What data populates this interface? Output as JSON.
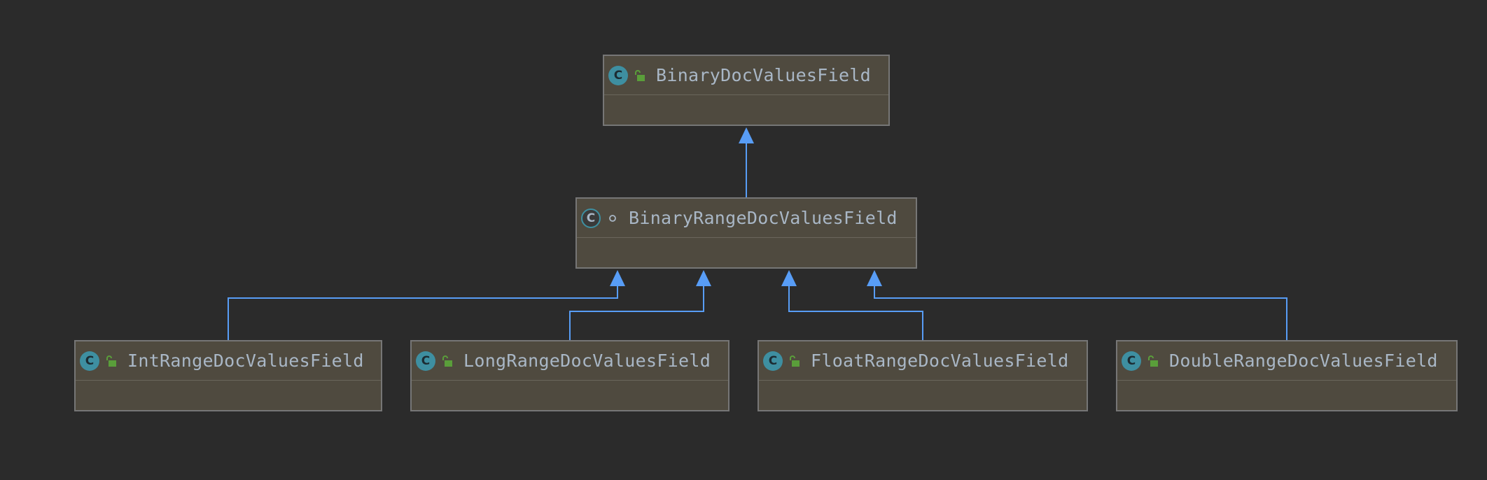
{
  "diagram": {
    "nodes": [
      {
        "id": "binary-doc-values-field",
        "name": "BinaryDocValuesField",
        "kind": "class",
        "visibility": "public"
      },
      {
        "id": "binary-range-doc-values-field",
        "name": "BinaryRangeDocValuesField",
        "kind": "abstract-class",
        "visibility": "package-private"
      },
      {
        "id": "int-range-doc-values-field",
        "name": "IntRangeDocValuesField",
        "kind": "class",
        "visibility": "public"
      },
      {
        "id": "long-range-doc-values-field",
        "name": "LongRangeDocValuesField",
        "kind": "class",
        "visibility": "public"
      },
      {
        "id": "float-range-doc-values-field",
        "name": "FloatRangeDocValuesField",
        "kind": "class",
        "visibility": "public"
      },
      {
        "id": "double-range-doc-values-field",
        "name": "DoubleRangeDocValuesField",
        "kind": "class",
        "visibility": "public"
      }
    ],
    "edges": [
      {
        "from": "binary-range-doc-values-field",
        "to": "binary-doc-values-field",
        "type": "extends"
      },
      {
        "from": "int-range-doc-values-field",
        "to": "binary-range-doc-values-field",
        "type": "extends"
      },
      {
        "from": "long-range-doc-values-field",
        "to": "binary-range-doc-values-field",
        "type": "extends"
      },
      {
        "from": "float-range-doc-values-field",
        "to": "binary-range-doc-values-field",
        "type": "extends"
      },
      {
        "from": "double-range-doc-values-field",
        "to": "binary-range-doc-values-field",
        "type": "extends"
      }
    ],
    "icons": {
      "class": "class-icon",
      "abstract-class": "abstract-class-icon",
      "public": "unlocked-icon",
      "package-private": "package-private-icon"
    },
    "icon_letter": "C",
    "colors": {
      "background": "#2b2b2b",
      "node_fill": "#4f4a3f",
      "node_border": "#767676",
      "edge": "#589df6",
      "text": "#a9b7c6",
      "class_icon": "#3e8fa1",
      "public_icon": "#5a9e3a"
    }
  }
}
